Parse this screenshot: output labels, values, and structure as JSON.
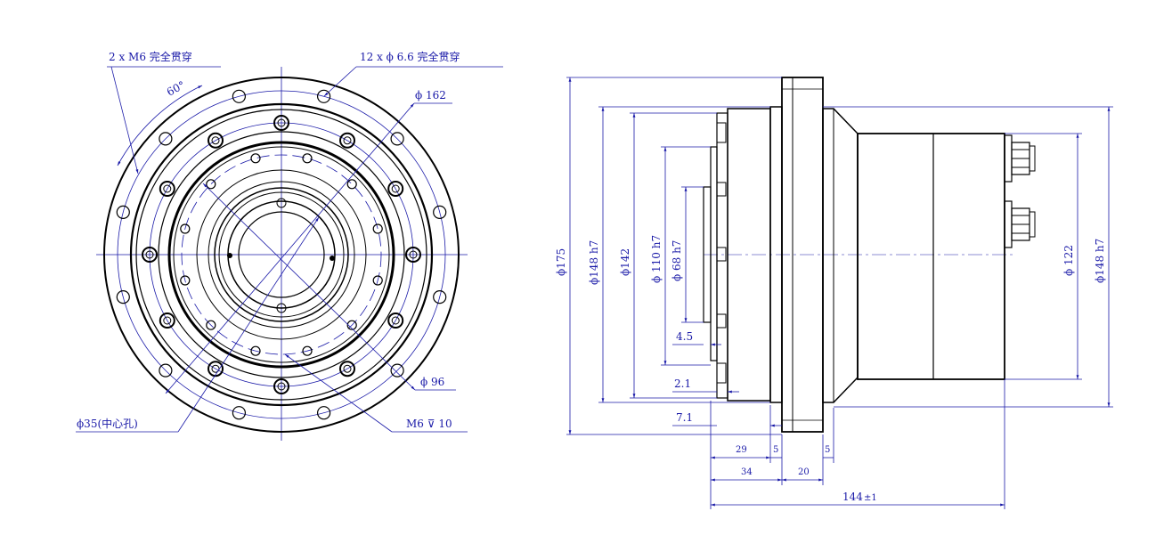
{
  "front_view": {
    "label_holes_m6": "2 x  M6 完全贯穿",
    "label_holes_66": "12 x  ϕ 6.6 完全贯穿",
    "label_angle": "60°",
    "label_d162": "ϕ 162",
    "label_d96": "ϕ 96",
    "label_center": "ϕ35(中心孔)",
    "label_m6_depth": "M6  ⊽ 10"
  },
  "side_view": {
    "d175": "ϕ175",
    "d148_left": "ϕ148 h7",
    "d142": "ϕ142",
    "d110": "ϕ 110 h7",
    "d68": "ϕ 68 h7",
    "d122": "ϕ 122",
    "d148_right": "ϕ148 h7",
    "l45": "4.5",
    "l21": "2.1",
    "l71": "7.1",
    "l29": "29",
    "l5a": "5",
    "l5b": "5",
    "l34": "34",
    "l20": "20",
    "l144": "144",
    "l144_tol": "±1"
  },
  "colors": {
    "outline": "#000000",
    "dimension": "#1a1aa8"
  }
}
